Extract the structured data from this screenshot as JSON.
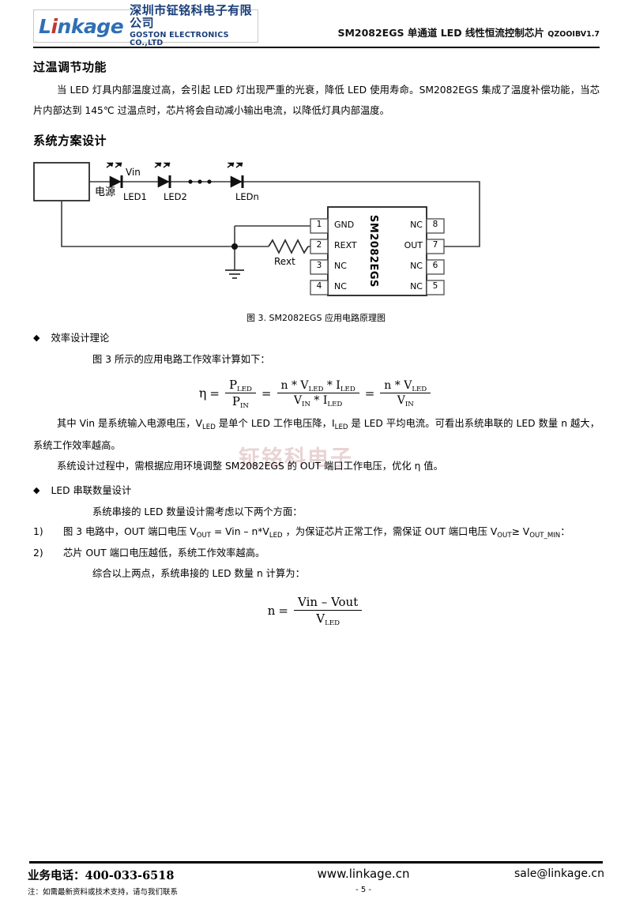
{
  "header": {
    "logo_word": "Linkage",
    "logo_cn": "深圳市钲铭科电子有限公司",
    "logo_en": "GOSTON ELECTRONICS CO.,LTD",
    "title": "SM2082EGS 单通道 LED 线性恒流控制芯片",
    "version": "QZOOIBV1.7"
  },
  "watermark": "钲铭科电子",
  "sections": [
    {
      "heading": "过温调节功能",
      "paragraph": "当 LED 灯具内部温度过高，会引起 LED 灯出现严重的光衰，降低 LED 使用寿命。SM2082EGS 集成了温度补偿功能，当芯片内部达到 145℃ 过温点时，芯片将会自动减小输出电流，以降低灯具内部温度。"
    },
    {
      "heading": "系统方案设计"
    }
  ],
  "figure": {
    "caption": "图 3. SM2082EGS 应用电路原理图",
    "source_label": "电源",
    "vin_label": "Vin",
    "led_labels": [
      "LED1",
      "LED2",
      "LEDn"
    ],
    "dots": "• • •",
    "resistor_label": "Rext",
    "chip_label": "SM2082EGS",
    "pins_left": [
      {
        "number": "1",
        "name": "GND"
      },
      {
        "number": "2",
        "name": "REXT"
      },
      {
        "number": "3",
        "name": "NC"
      },
      {
        "number": "4",
        "name": "NC"
      }
    ],
    "pins_right": [
      {
        "number": "8",
        "name": "NC"
      },
      {
        "number": "7",
        "name": "OUT"
      },
      {
        "number": "6",
        "name": "NC"
      },
      {
        "number": "5",
        "name": "NC"
      }
    ]
  },
  "efficiency": {
    "bullet_title": "效率设计理论",
    "intro": "图 3 所示的应用电路工作效率计算如下：",
    "formula": {
      "lhs": "η",
      "eq1": "=",
      "t1_num": "P",
      "t1_num_sub": "LED",
      "t1_den": "P",
      "t1_den_sub": "IN",
      "eq2": "=",
      "t2_num": "n * V",
      "t2_num_sub": "LED",
      "t2_num2": " * I",
      "t2_num2_sub": "LED",
      "t2_den": "V",
      "t2_den_sub": "IN",
      "t2_den2": " * I",
      "t2_den2_sub": "LED",
      "eq3": "=",
      "t3_num": "n * V",
      "t3_num_sub": "LED",
      "t3_den": "V",
      "t3_den_sub": "IN"
    },
    "explain_1": "其中 Vin 是系统输入电源电压，V",
    "explain_1_sub": "LED",
    "explain_2": " 是单个 LED 工作电压降，I",
    "explain_2_sub": "LED",
    "explain_3": " 是 LED 平均电流。可看出系统串联的 LED 数量 n 越大，系统工作效率越高。",
    "design_note": "系统设计过程中，需根据应用环境调整 SM2082EGS 的 OUT 端口工作电压，优化 η 值。"
  },
  "led_count": {
    "bullet_title": "LED 串联数量设计",
    "intro": "系统串接的 LED 数量设计需考虑以下两个方面：",
    "items": [
      {
        "num": "1)",
        "p1": "图 3 电路中，OUT 端口电压 V",
        "s1": "OUT",
        "p2": " = Vin – n*V",
        "s2": "LED",
        "p3": " ，为保证芯片正常工作，需保证 OUT 端口电压 V",
        "s3": "OUT",
        "p4": "≥ V",
        "s4": "OUT_MIN",
        "p5": "："
      },
      {
        "num": "2)",
        "p1": "芯片 OUT 端口电压越低，系统工作效率越高。",
        "s1": "",
        "p2": "",
        "s2": "",
        "p3": "",
        "s3": "",
        "p4": "",
        "s4": "",
        "p5": ""
      }
    ],
    "summary": "综合以上两点，系统串接的 LED 数量 n 计算为：",
    "formula": {
      "lhs": "n",
      "eq": "=",
      "num": "Vin – Vout",
      "den": "V",
      "den_sub": "LED"
    }
  },
  "footer": {
    "tel_label": "业务电话：400-033-6518",
    "note": "注：如需最新资料或技术支持，请与我们联系",
    "website": "www.linkage.cn",
    "email": "sale@linkage.cn",
    "page": "- 5 -"
  },
  "colors": {
    "brand_blue": "#2f6fb5",
    "brand_dark": "#1a3f7a",
    "watermark": "#e8d3d3"
  }
}
